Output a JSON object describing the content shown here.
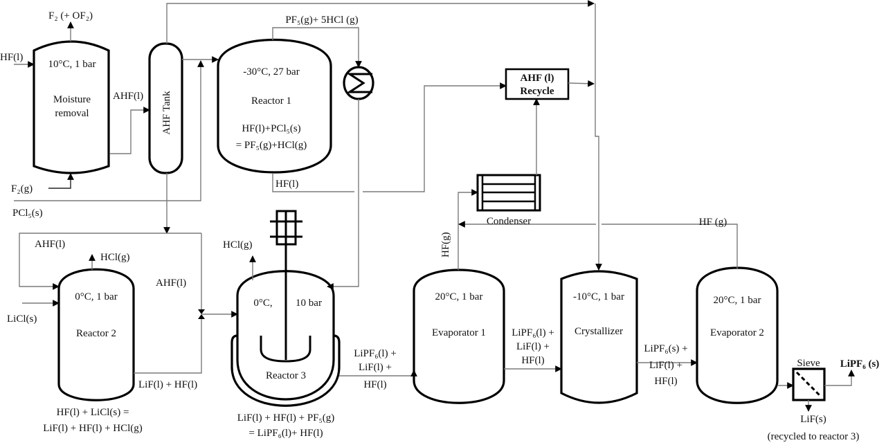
{
  "colors": {
    "equipment": "#000000",
    "stream": "#7a7a7a",
    "background": "#ffffff"
  },
  "units": {
    "moisture_removal": {
      "conditions": "10°C, 1 bar",
      "name_line1": "Moisture",
      "name_line2": "removal"
    },
    "ahf_tank": {
      "name": "AHF Tank"
    },
    "reactor1": {
      "conditions": "-30°C, 27 bar",
      "name": "Reactor 1",
      "reaction_line1": "HF(l)+PCl₅(s)",
      "reaction_line2": "= PF₅(g)+HCl(g)"
    },
    "heat_exchanger": {
      "icon": "heat-exchanger-icon"
    },
    "ahf_recycle": {
      "line1": "AHF (l)",
      "line2": "Recycle"
    },
    "condenser": {
      "name": "Condenser"
    },
    "reactor2": {
      "conditions": "0°C, 1 bar",
      "name": "Reactor 2",
      "reaction_line1": "HF(l) + LiCl(s) =",
      "reaction_line2": "LiF(l) + HF(l) + HCl(g)"
    },
    "reactor3": {
      "conditions_left": "0°C,",
      "conditions_right": "10 bar",
      "name": "Reactor 3",
      "reaction_line1": "LiF(l) + HF(l) + PF₅(g)",
      "reaction_line2": "= LiPF₆(l)+ HF(l)"
    },
    "evaporator1": {
      "conditions": "20°C, 1 bar",
      "name": "Evaporator 1"
    },
    "crystallizer": {
      "conditions": "-10°C, 1 bar",
      "name": "Crystallizer"
    },
    "evaporator2": {
      "conditions": "20°C, 1 bar",
      "name": "Evaporator 2"
    },
    "sieve": {
      "name": "Sieve"
    }
  },
  "streams": {
    "f2_off": "F₂ (+ OF₂)",
    "hf_feed": "HF(l)",
    "ahf_to_tank": "AHF(l)",
    "f2_feed": "F₂(g)",
    "pcl5_feed": "PCl₅(s)",
    "reactor1_gas": "PF₅(g)+ 5HCl (g)",
    "reactor1_liquid": "HF(l)",
    "hf_gas_evap1": "HF(g)",
    "hf_gas_evap2": "HF (g)",
    "ahf_loop": "AHF(l)",
    "hcl_reactor2": "HCl(g)",
    "licl_feed": "LiCl(s)",
    "ahf_to_reactor3": "AHF(l)",
    "reactor2_out": "LiF(l) + HF(l)",
    "hcl_reactor3": "HCl(g)",
    "reactor3_out": [
      "LiPF₆(l) +",
      "LiF(l) +",
      "HF(l)"
    ],
    "evap1_out": [
      "LiPF₆(l) +",
      "LiF(l) +",
      "HF(l)"
    ],
    "cryst_out": [
      "LiPF₆(s) +",
      "LiF(l) +",
      "HF(l)"
    ],
    "product": "LiPF₆ (s)",
    "lif_out": "LiF(s)",
    "lif_note": "(recycled to reactor 3)"
  }
}
